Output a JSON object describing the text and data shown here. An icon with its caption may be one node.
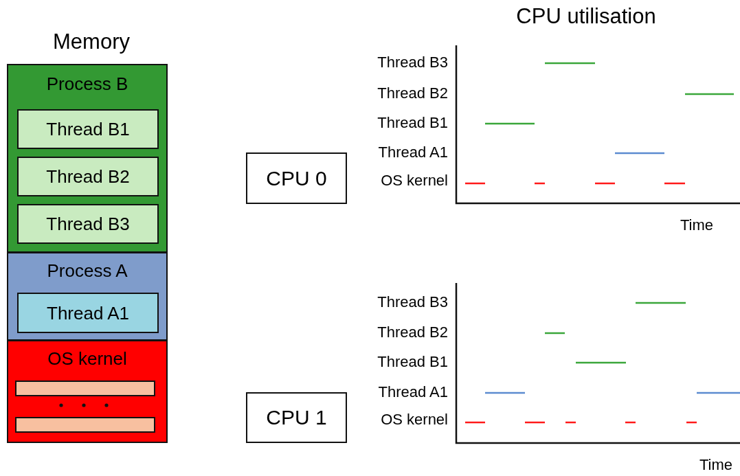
{
  "diagram": {
    "title": "CPU utilisation",
    "nodes": [
      {
        "text": [
          "Process B"
        ]
      },
      {
        "text": [
          "Thread B1"
        ],
        "in": 0
      },
      {
        "text": [
          "Thread B2"
        ],
        "in": 0
      },
      {
        "text": [
          "Thread B3"
        ],
        "in": 0
      },
      {
        "text": [
          "Process A"
        ]
      },
      {
        "text": [
          "Thread A1"
        ],
        "in": 4
      },
      {
        "text": [
          "OS kernel"
        ]
      },
      {
        "text": [],
        "shape": "bar",
        "in": 6
      },
      {
        "text": [],
        "shape": "bar",
        "in": 6
      },
      {
        "text": [
          "CPU 0"
        ]
      },
      {
        "text": [
          "CPU 1"
        ]
      }
    ],
    "labels": [
      "Memory",
      "Thread B3",
      "Thread B2",
      "Thread B1",
      "Thread A1",
      "OS kernel",
      "Time",
      "Thread B3",
      "Thread B2",
      "Thread B1",
      "Thread A1",
      "OS kernel",
      "Time"
    ]
  }
}
